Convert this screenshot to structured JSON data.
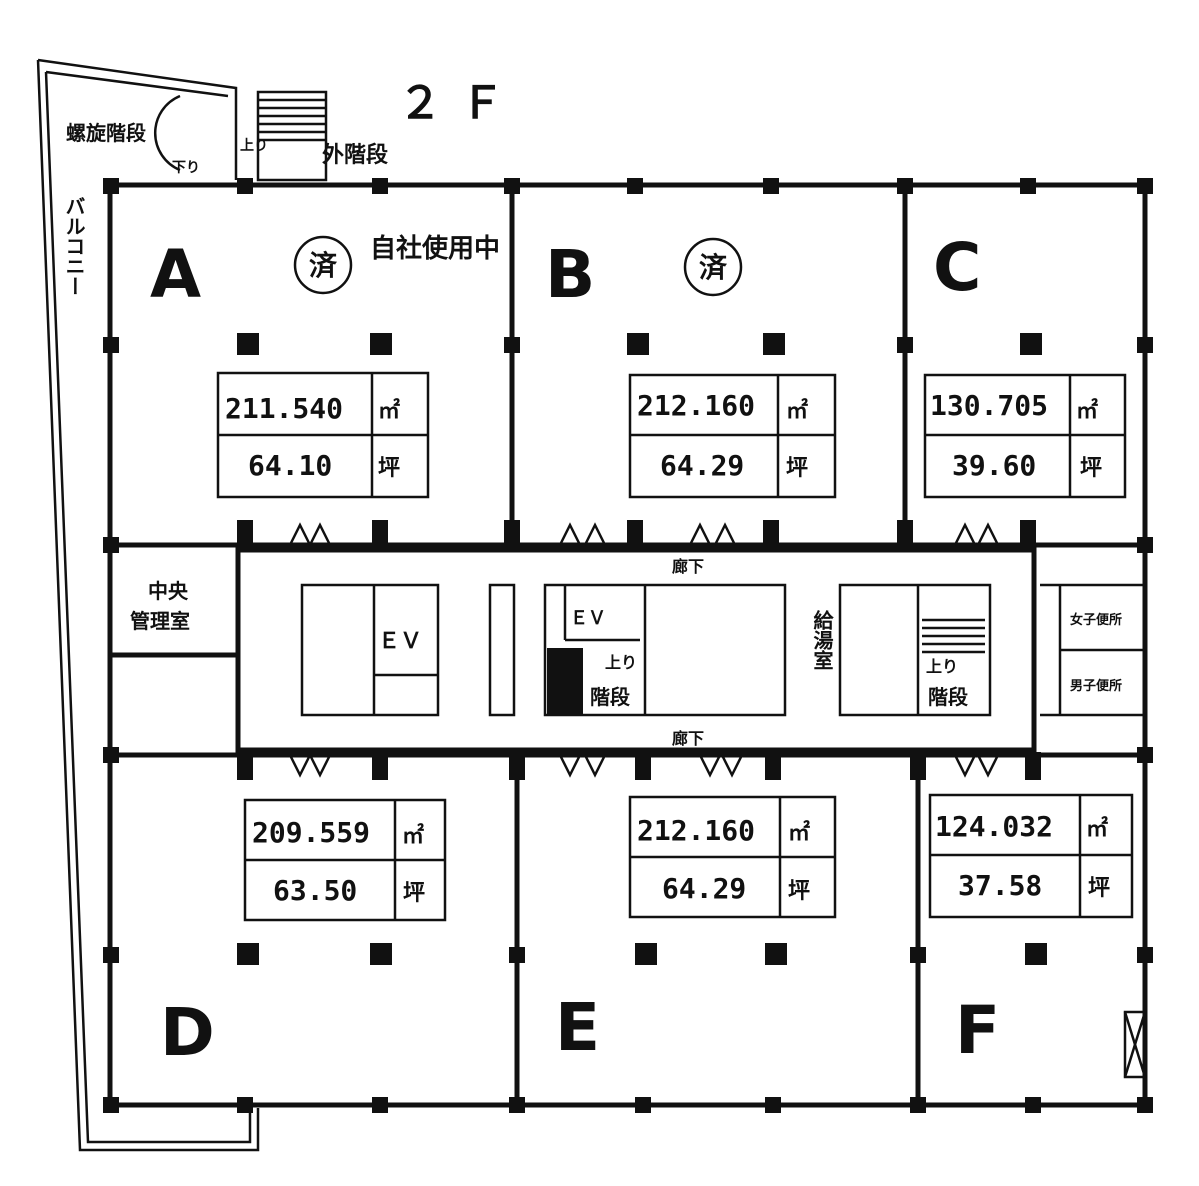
{
  "floor_label": "２Ｆ",
  "units": [
    {
      "id": "A",
      "area_m2": "211.540",
      "area_tsubo": "64.10",
      "stamp": "済",
      "note": "自社使用中"
    },
    {
      "id": "B",
      "area_m2": "212.160",
      "area_tsubo": "64.29",
      "stamp": "済"
    },
    {
      "id": "C",
      "area_m2": "130.705",
      "area_tsubo": "39.60"
    },
    {
      "id": "D",
      "area_m2": "209.559",
      "area_tsubo": "63.50"
    },
    {
      "id": "E",
      "area_m2": "212.160",
      "area_tsubo": "64.29"
    },
    {
      "id": "F",
      "area_m2": "124.032",
      "area_tsubo": "37.58"
    }
  ],
  "unit_symbols": {
    "m2": "㎡",
    "tsubo": "坪"
  },
  "labels": {
    "spiral_stairs": "螺旋階段",
    "outer_stairs": "外階段",
    "up": "上り",
    "down": "下り",
    "balcony": "バルコニー",
    "central_mgmt_1": "中央",
    "central_mgmt_2": "管理室",
    "ev": "ＥＶ",
    "stairs": "階段",
    "corridor": "廊下",
    "kitchen": "給湯室",
    "women_wc": "女子便所",
    "men_wc": "男子便所"
  }
}
